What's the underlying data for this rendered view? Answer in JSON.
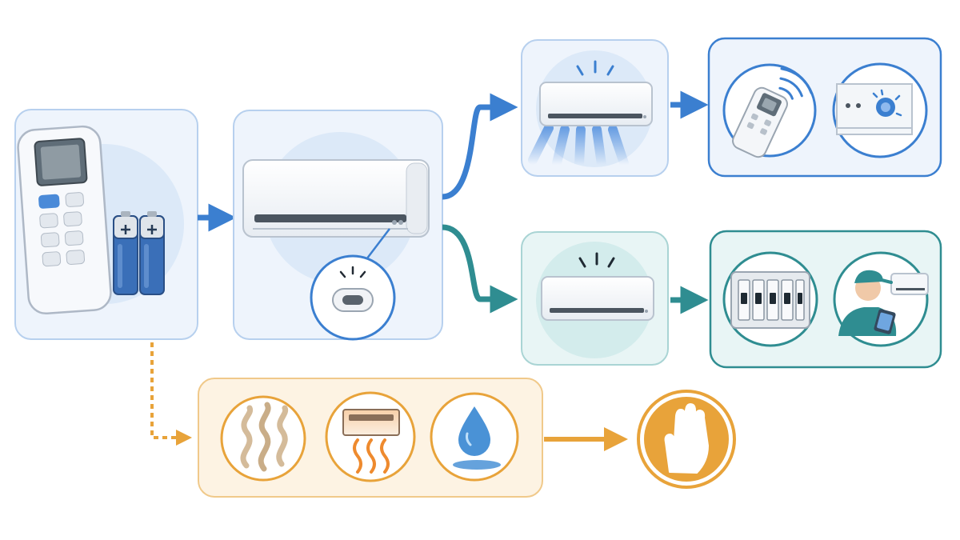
{
  "colors": {
    "blue": "#3b7fd0",
    "blue_light": "#e6f0fb",
    "blue_border": "#b7d0ee",
    "teal": "#2f8d91",
    "teal_light": "#e4f3f3",
    "orange": "#e8a33a",
    "orange_light": "#fdf3e3",
    "unit_body": "#f6f8fb",
    "unit_stroke": "#b9c3cf",
    "battery": "#3a6fb8"
  },
  "icons": {
    "remote": "remote-control-icon",
    "batteries": "batteries-icon",
    "indoor_unit": "air-conditioner-icon",
    "power_button": "power-button-icon",
    "cooling": "cold-air-icon",
    "signal_check": "remote-signal-icon",
    "indicator": "indicator-light-icon",
    "breaker": "circuit-breaker-icon",
    "technician": "technician-icon",
    "odor": "smoke-odor-icon",
    "overheat": "overheating-icon",
    "leak": "water-drop-icon",
    "stop": "stop-hand-icon"
  },
  "flow": {
    "steps": [
      "remote-check",
      "power-button",
      "blue-success",
      "blue-confirm",
      "teal-no-response",
      "teal-service",
      "orange-warnings",
      "stop"
    ],
    "branches": [
      "success",
      "no-response",
      "hazard"
    ]
  }
}
